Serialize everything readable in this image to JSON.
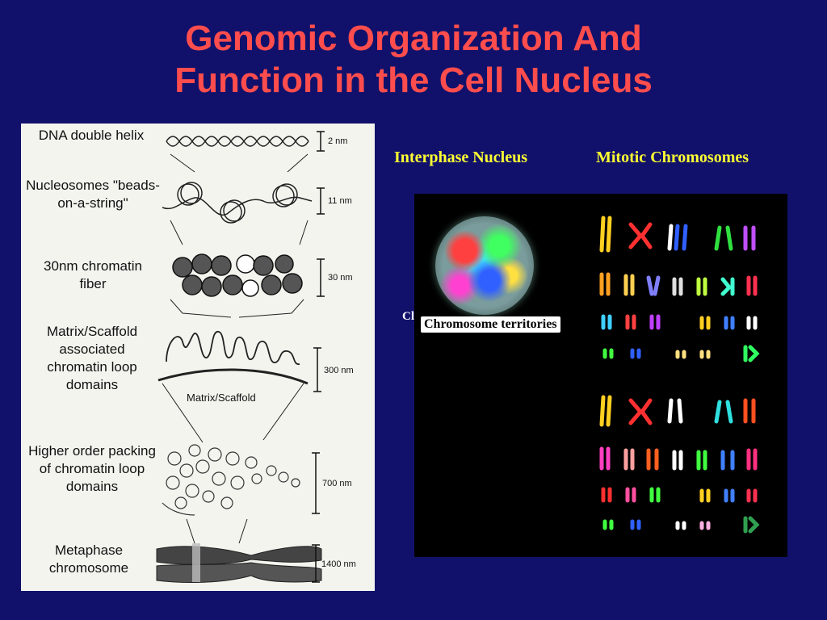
{
  "title": {
    "line1": "Genomic Organization And",
    "line2": "Function in the Cell Nucleus"
  },
  "diagram": {
    "levels": [
      {
        "label": "DNA double helix",
        "size": "2 nm"
      },
      {
        "label": "Nucleosomes \"beads-on-a-string\"",
        "size": "11 nm"
      },
      {
        "label": "30nm chromatin fiber",
        "size": "30 nm"
      },
      {
        "label": "Matrix/Scaffold associated chromatin loop domains",
        "size": "300 nm"
      },
      {
        "label": "Higher order packing of chromatin loop domains",
        "size": "700 nm"
      },
      {
        "label": "Metaphase chromosome",
        "size": "1400 nm"
      }
    ],
    "scaffold_label": "Matrix/Scaffold"
  },
  "right": {
    "caption_left": "Interphase Nucleus",
    "caption_right": "Mitotic Chromosomes",
    "territory_label": "Chromosome territories",
    "stray_text": "Cl"
  },
  "colors": {
    "background": "#11116b",
    "title": "#ff4d4d",
    "caption": "#ffff33"
  }
}
